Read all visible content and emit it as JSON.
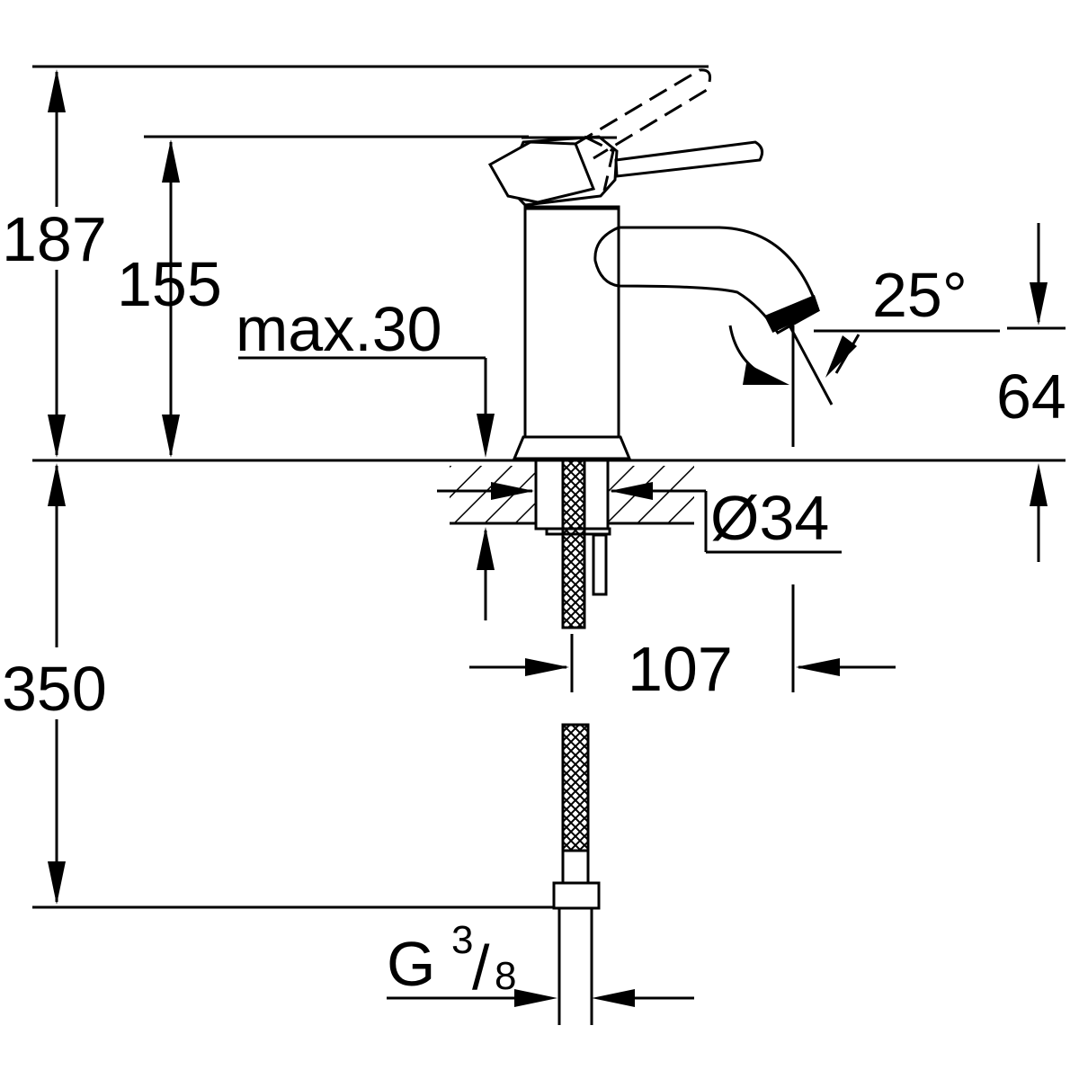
{
  "drawing": {
    "colors": {
      "ink": "#000000",
      "paper": "#ffffff"
    },
    "dimensions": {
      "total_height": "187",
      "lever_height": "155",
      "max_thickness": "max.30",
      "spout_height": "64",
      "swivel_angle": "25°",
      "hole_diameter": "Ø34",
      "hose_length": "350",
      "spout_reach": "107",
      "thread_prefix": "G",
      "thread_numerator": "3",
      "thread_slash": "/",
      "thread_denominator": "8"
    }
  }
}
